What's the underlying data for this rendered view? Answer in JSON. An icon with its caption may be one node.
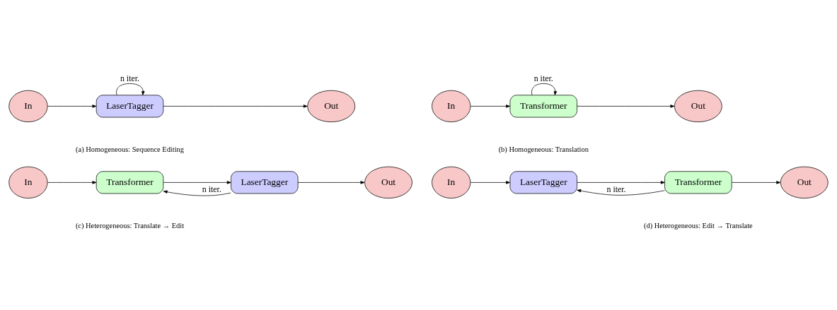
{
  "diagram": {
    "nodes": [
      {
        "text": [
          "In"
        ]
      },
      {
        "text": [
          "LaserTagger"
        ]
      },
      {
        "text": [
          "Out"
        ]
      },
      {
        "text": [
          "In"
        ]
      },
      {
        "text": [
          "Transformer"
        ]
      },
      {
        "text": [
          "Out"
        ]
      },
      {
        "text": [
          "In"
        ]
      },
      {
        "text": [
          "Transformer"
        ]
      },
      {
        "text": [
          "LaserTagger"
        ]
      },
      {
        "text": [
          "Out"
        ]
      },
      {
        "text": [
          "In"
        ]
      },
      {
        "text": [
          "LaserTagger"
        ]
      },
      {
        "text": [
          "Transformer"
        ]
      },
      {
        "text": [
          "Out"
        ]
      }
    ],
    "edges": [
      {
        "from": 0,
        "to": 1,
        "arrow": "to"
      },
      {
        "from": 1,
        "to": 2,
        "arrow": "to"
      },
      {
        "from": 1,
        "to": 1,
        "arrow": "to",
        "label": "n iter."
      },
      {
        "from": 3,
        "to": 4,
        "arrow": "to"
      },
      {
        "from": 4,
        "to": 5,
        "arrow": "to"
      },
      {
        "from": 4,
        "to": 4,
        "arrow": "to",
        "label": "n iter."
      },
      {
        "from": 6,
        "to": 7,
        "arrow": "to"
      },
      {
        "from": 7,
        "to": 8,
        "arrow": "to"
      },
      {
        "from": 8,
        "to": 9,
        "arrow": "to"
      },
      {
        "from": 8,
        "to": 7,
        "arrow": "to",
        "label": "n iter."
      },
      {
        "from": 10,
        "to": 11,
        "arrow": "to"
      },
      {
        "from": 11,
        "to": 12,
        "arrow": "to"
      },
      {
        "from": 12,
        "to": 13,
        "arrow": "to"
      },
      {
        "from": 12,
        "to": 11,
        "arrow": "to",
        "label": "n iter."
      }
    ],
    "labels": [
      "(a) Homogeneous: Sequence Editing",
      "(b) Homogeneous: Translation",
      "(c) Heterogeneous: Translate → Edit",
      "(d) Heterogeneous: Edit → Translate"
    ]
  }
}
